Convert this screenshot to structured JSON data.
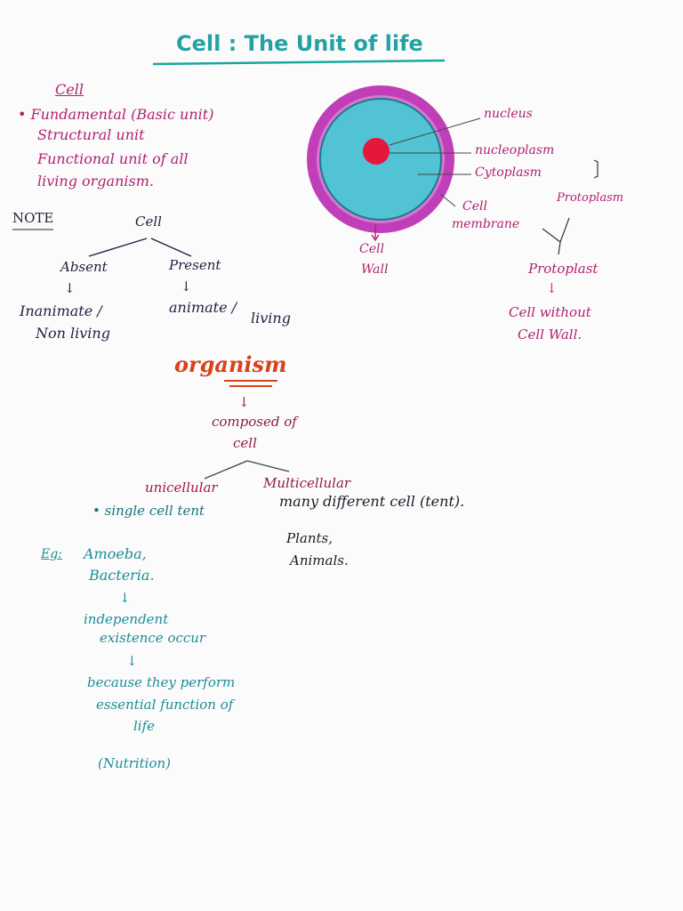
{
  "title": "Cell : The Unit of life",
  "colors": {
    "teal": "#1a8e96",
    "magenta": "#b0226f",
    "navy": "#1f1f3e",
    "orange_red": "#d8421a",
    "membrane_purple": "#c03fb8",
    "cytoplasm_cyan": "#52c3d4",
    "nucleus_red": "#e5173b"
  },
  "definition": {
    "heading": "Cell",
    "line1": "• Fundamental (Basic unit)",
    "line2": "Structural unit",
    "line3": "Functional unit of all",
    "line4": "living organism."
  },
  "note": {
    "label": "NOTE",
    "root": "Cell",
    "left_branch": "Absent",
    "right_branch": "Present",
    "left_arrow": "↓",
    "right_arrow": "↓",
    "left_result_1": "Inanimate /",
    "left_result_2": "Non living",
    "right_result_1": "animate /",
    "right_result_2": "living"
  },
  "diagram": {
    "nucleus": "nucleus",
    "nucleoplasm": "nucleoplasm",
    "cytoplasm": "Cytoplasm",
    "membrane_1": "Cell",
    "membrane_2": "membrane",
    "wall_1": "Cell",
    "wall_2": "Wall",
    "protoplasm": "Protoplasm",
    "protoplast": "Protoplast",
    "arrow": "↓",
    "cell_without_1": "Cell without",
    "cell_without_2": "Cell Wall."
  },
  "organism": {
    "heading": "organism",
    "arrow": "↓",
    "composed_1": "composed of",
    "composed_2": "cell",
    "unicellular": "unicellular",
    "multicellular": "Multicellular",
    "single": "• single cell tent",
    "many": "many different cell (tent).",
    "plants": "Plants,",
    "animals": "Animals."
  },
  "examples": {
    "label": "Eg:",
    "amoeba": "Amoeba,",
    "bacteria": "Bacteria.",
    "arrow": "↓",
    "independent_1": "independent",
    "independent_2": "existence occur",
    "because_1": "because they perform",
    "because_2": "essential function of",
    "because_3": "life",
    "nutrition": "(Nutrition)"
  }
}
